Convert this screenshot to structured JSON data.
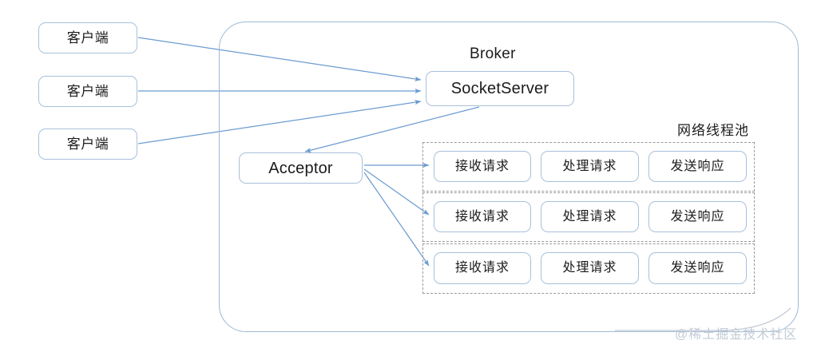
{
  "diagram": {
    "title": "Broker network thread pool",
    "colors": {
      "box_border": "#a8c0da",
      "container_border": "#9db9d4",
      "dashed_border": "#9a9a9a",
      "arrow": "#6b9bd1",
      "text": "#1b1b1b",
      "watermark": "#c3cbd6",
      "background": "#ffffff"
    },
    "clients": [
      {
        "label": "客户端"
      },
      {
        "label": "客户端"
      },
      {
        "label": "客户端"
      }
    ],
    "broker": {
      "title": "Broker",
      "socket_server": {
        "label": "SocketServer"
      },
      "acceptor": {
        "label": "Acceptor"
      },
      "pool": {
        "title": "网络线程池",
        "rows": [
          {
            "stages": [
              "接收请求",
              "处理请求",
              "发送响应"
            ]
          },
          {
            "stages": [
              "接收请求",
              "处理请求",
              "发送响应"
            ]
          },
          {
            "stages": [
              "接收请求",
              "处理请求",
              "发送响应"
            ]
          }
        ]
      }
    },
    "watermark": "@稀土掘金技术社区"
  }
}
